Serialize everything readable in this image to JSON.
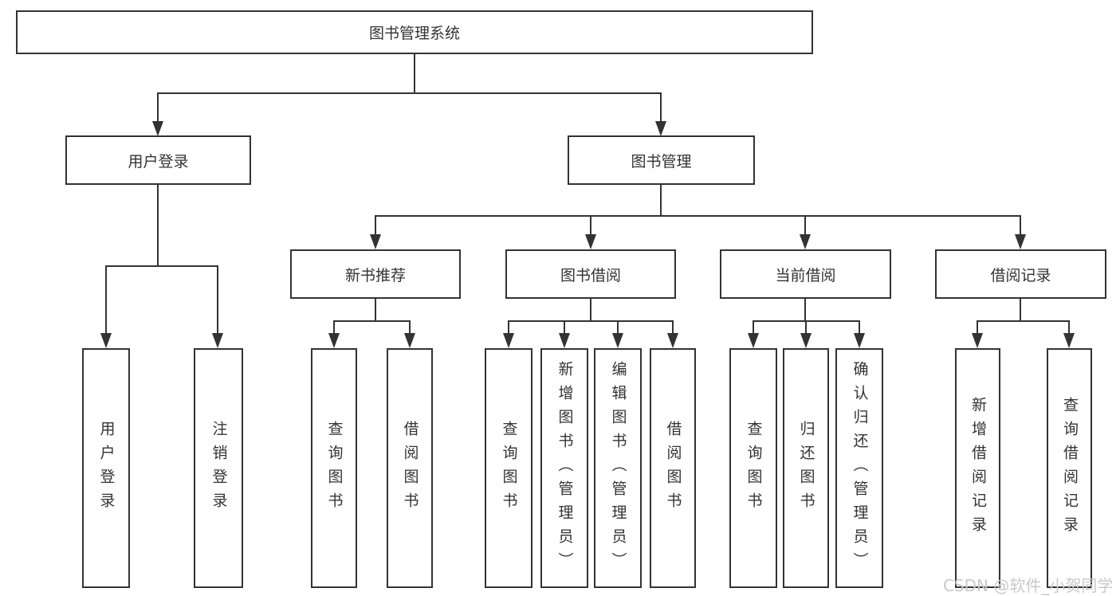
{
  "diagram": {
    "root": {
      "label": "图书管理系统"
    },
    "level2": {
      "user_login": {
        "label": "用户登录"
      },
      "book_management": {
        "label": "图书管理"
      }
    },
    "level3": {
      "new_book_recommend": {
        "label": "新书推荐"
      },
      "book_borrowing": {
        "label": "图书借阅"
      },
      "current_borrowing": {
        "label": "当前借阅"
      },
      "borrowing_records": {
        "label": "借阅记录"
      }
    },
    "leaves": {
      "user_login": {
        "label": "用户登录"
      },
      "logout": {
        "label": "注销登录"
      },
      "rec_query_book": {
        "label": "查询图书"
      },
      "rec_borrow_book": {
        "label": "借阅图书"
      },
      "bb_query_book": {
        "label": "查询图书"
      },
      "bb_add_book": {
        "label": "新增图书（管理员）"
      },
      "bb_edit_book": {
        "label": "编辑图书（管理员）"
      },
      "bb_borrow_book": {
        "label": "借阅图书"
      },
      "cb_query_book": {
        "label": "查询图书"
      },
      "cb_return_book": {
        "label": "归还图书"
      },
      "cb_confirm_return": {
        "label": "确认归还（管理员）"
      },
      "br_add_record": {
        "label": "新增借阅记录"
      },
      "br_query_record": {
        "label": "查询借阅记录"
      }
    },
    "hierarchy": {
      "图书管理系统": {
        "用户登录": [
          "用户登录",
          "注销登录"
        ],
        "图书管理": {
          "新书推荐": [
            "查询图书",
            "借阅图书"
          ],
          "图书借阅": [
            "查询图书",
            "新增图书（管理员）",
            "编辑图书（管理员）",
            "借阅图书"
          ],
          "当前借阅": [
            "查询图书",
            "归还图书",
            "确认归还（管理员）"
          ],
          "借阅记录": [
            "新增借阅记录",
            "查询借阅记录"
          ]
        }
      }
    }
  },
  "watermark": {
    "text": "CSDN @软件_小贺同学"
  },
  "colors": {
    "line": "#333333",
    "node_border": "#333333",
    "node_fill": "#ffffff",
    "text": "#333333",
    "watermark": "#c9c9c9",
    "background": "#ffffff"
  }
}
